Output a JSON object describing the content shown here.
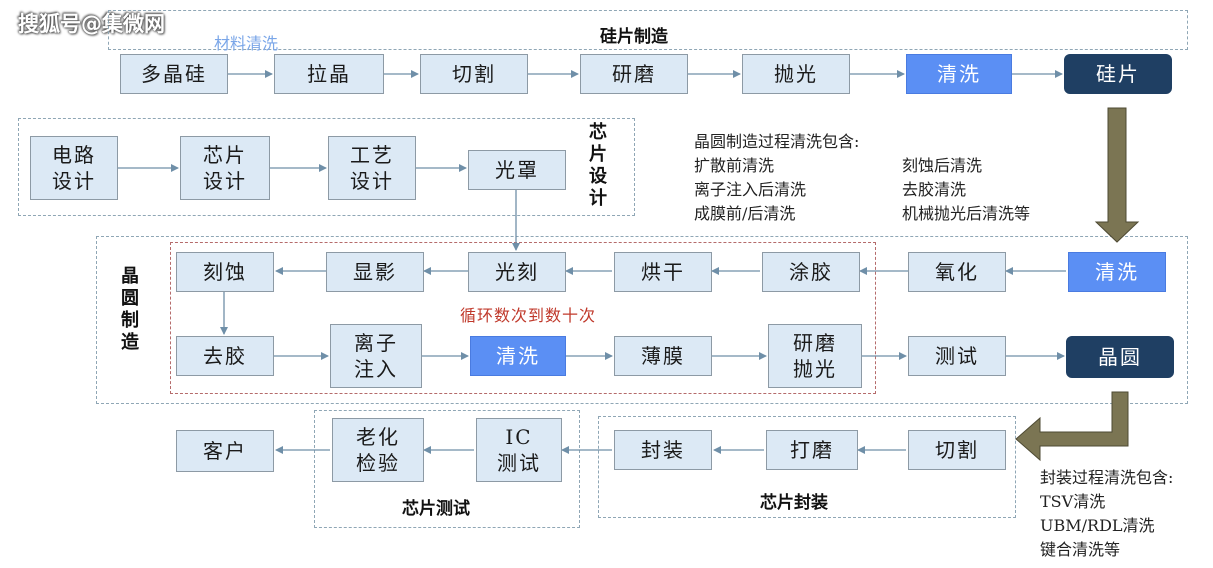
{
  "watermark": "搜狐号@集微网",
  "sections": {
    "wafer_fab_title": "硅片制造",
    "material_cleaning": "材料清洗",
    "chip_design": "芯片设计",
    "wafer_making": "晶圆制造",
    "loop_note": "循环数次到数十次",
    "chip_test": "芯片测试",
    "chip_packaging": "芯片封装"
  },
  "steps": {
    "polysilicon": "多晶硅",
    "crystal_pull": "拉晶",
    "cutting": "切割",
    "grinding": "研磨",
    "polishing": "抛光",
    "cleaning_top": "清洗",
    "silicon_wafer": "硅片",
    "circuit_design": "电路\n设计",
    "chip_design": "芯片\n设计",
    "process_design": "工艺\n设计",
    "photomask": "光罩",
    "etching": "刻蚀",
    "developing": "显影",
    "lithography": "光刻",
    "baking": "烘干",
    "coating": "涂胶",
    "oxidation": "氧化",
    "cleaning_mid": "清洗",
    "strip": "去胶",
    "ion_implant": "离子\n注入",
    "cleaning_loop": "清洗",
    "thin_film": "薄膜",
    "grind_polish": "研磨\n抛光",
    "testing": "测试",
    "wafer": "晶圆",
    "customer": "客户",
    "aging_test": "老化\n检验",
    "ic_test": "IC\n测试",
    "package": "封装",
    "backgrind": "打磨",
    "dicing": "切割"
  },
  "wafer_cleaning_note": {
    "title": "晶圆制造过程清洗包含:",
    "left": [
      "扩散前清洗",
      "离子注入后清洗",
      "成膜前/后清洗"
    ],
    "right": [
      "刻蚀后清洗",
      "去胶清洗",
      "机械抛光后清洗等"
    ]
  },
  "packaging_cleaning_note": {
    "title": "封装过程清洗包含:",
    "items": [
      "TSV清洗",
      "UBM/RDL清洗",
      "键合清洗等"
    ]
  },
  "colors": {
    "box_fill": "#dce9f5",
    "highlight_blue": "#5b8ff4",
    "navy": "#1f3f63",
    "big_arrow": "#7b7553",
    "loop_red": "#c0392b"
  }
}
